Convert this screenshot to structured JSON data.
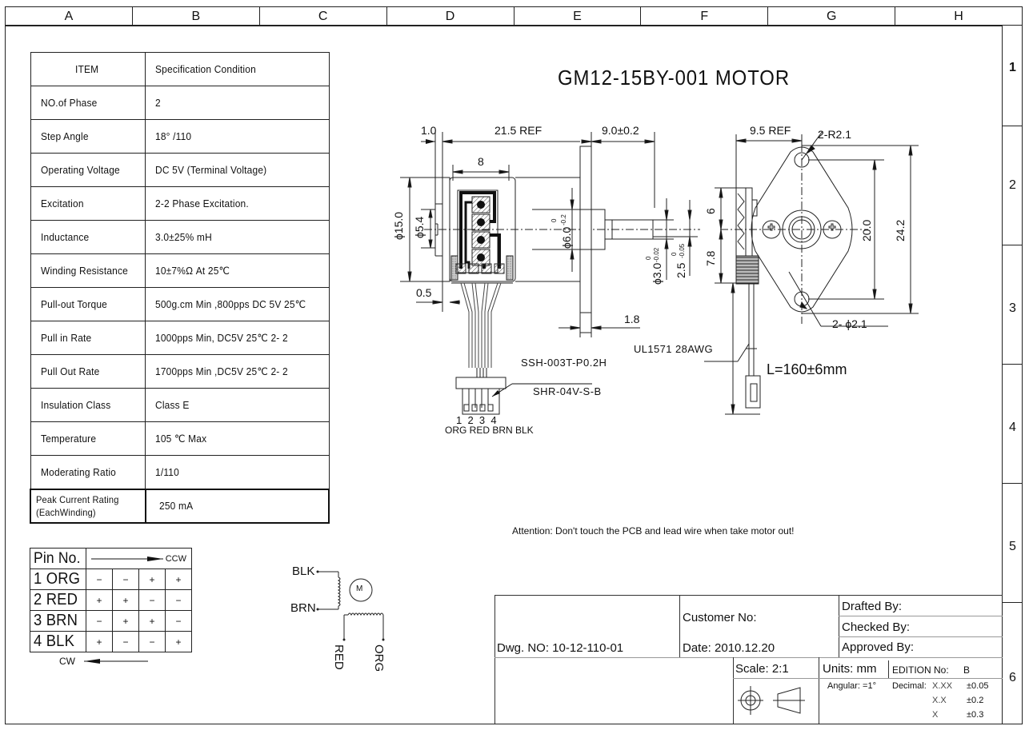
{
  "column_headers": [
    "A",
    "B",
    "C",
    "D",
    "E",
    "F",
    "G",
    "H"
  ],
  "row_headers": [
    "1",
    "2",
    "3",
    "4",
    "5",
    "6"
  ],
  "title": "GM12-15BY-001 MOTOR",
  "spec_table": {
    "header": {
      "item": "ITEM",
      "value": "Specification Condition"
    },
    "rows": [
      {
        "item": "NO.of Phase",
        "value": "2"
      },
      {
        "item": "Step Angle",
        "value": "18° /110"
      },
      {
        "item": "Operating Voltage",
        "value": "DC 5V (Terminal Voltage)"
      },
      {
        "item": "Excitation",
        "value": "2-2 Phase Excitation."
      },
      {
        "item": "Inductance",
        "value": "3.0±25% mH"
      },
      {
        "item": "Winding Resistance",
        "value": "10±7%Ω  At 25℃"
      },
      {
        "item": "Pull-out Torque",
        "value": "500g.cm Min ,800pps DC 5V 25℃"
      },
      {
        "item": "Pull in Rate",
        "value": "1000pps Min, DC5V 25℃ 2- 2"
      },
      {
        "item": "Pull Out Rate",
        "value": "1700pps Min ,DC5V 25℃ 2- 2"
      },
      {
        "item": "Insulation Class",
        "value": "Class E"
      },
      {
        "item": "Temperature",
        "value": "105 ℃ Max"
      },
      {
        "item": "Moderating Ratio",
        "value": "1/110"
      }
    ],
    "last_row": {
      "item_line1": "Peak Current Rating",
      "item_line2": "(EachWinding)",
      "value": "250  mA"
    }
  },
  "pin_table": {
    "header": "Pin No.",
    "ccw_label": "CCW",
    "cw_label": "CW",
    "rows": [
      {
        "pin": "1 ORG",
        "steps": [
          "−",
          "−",
          "+",
          "+"
        ]
      },
      {
        "pin": "2 RED",
        "steps": [
          "+",
          "+",
          "−",
          "−"
        ]
      },
      {
        "pin": "3 BRN",
        "steps": [
          "−",
          "+",
          "+",
          "−"
        ]
      },
      {
        "pin": "4 BLK",
        "steps": [
          "+",
          "−",
          "−",
          "+"
        ]
      }
    ]
  },
  "schematic": {
    "labels": {
      "blk": "BLK",
      "brn": "BRN",
      "red": "RED",
      "org": "ORG",
      "motor": "M"
    }
  },
  "side_view": {
    "dims": {
      "d1": "1.0",
      "d2": "21.5 REF",
      "d3": "9.0±0.2",
      "d4": "8",
      "d5": "ϕ15.0",
      "d6": "ϕ5.4",
      "d7": "ϕ6.0",
      "d7_tol_top": "0",
      "d7_tol_bot": "-0.2",
      "d8": "ϕ3.0",
      "d8_tol_top": "0",
      "d8_tol_bot": "-0.02",
      "d9": "2.5",
      "d9_tol_top": "0",
      "d9_tol_bot": "-0.05",
      "d10": "0.5",
      "d11": "1.8"
    },
    "connector": {
      "part1": "SSH-003T-P0.2H",
      "part2": "SHR-04V-S-B",
      "pin_numbers": "1  2  3  4",
      "pin_colors": "ORG RED BRN BLK"
    }
  },
  "front_view": {
    "dims": {
      "d1": "9.5 REF",
      "d2": "2-R2.1",
      "d3": "6",
      "d4": "7.8",
      "d5": "20.0",
      "d6": "24.2",
      "d7": "2- ϕ2.1"
    },
    "wire_label": "UL1571 28AWG",
    "length_label": "L=160±6mm"
  },
  "attention_note": "Attention: Don't touch the PCB and lead wire when take motor out!",
  "title_block": {
    "customer_no": "Customer No:",
    "drafted_by": "Drafted By:",
    "checked_by": "Checked By:",
    "approved_by": "Approved By:",
    "dwg_no": "Dwg. NO: 10-12-110-01",
    "date": "Date: 2010.12.20",
    "scale": "Scale:  2:1",
    "units": "Units: mm",
    "edition_label": "EDITION No:",
    "edition_value": "B",
    "angular": "Angular:   =1°",
    "decimal_label": "Decimal:",
    "tolerances": [
      {
        "format": "X.XX",
        "tol": "±0.05"
      },
      {
        "format": "X.X",
        "tol": "±0.2"
      },
      {
        "format": "X",
        "tol": "±0.3"
      }
    ]
  }
}
